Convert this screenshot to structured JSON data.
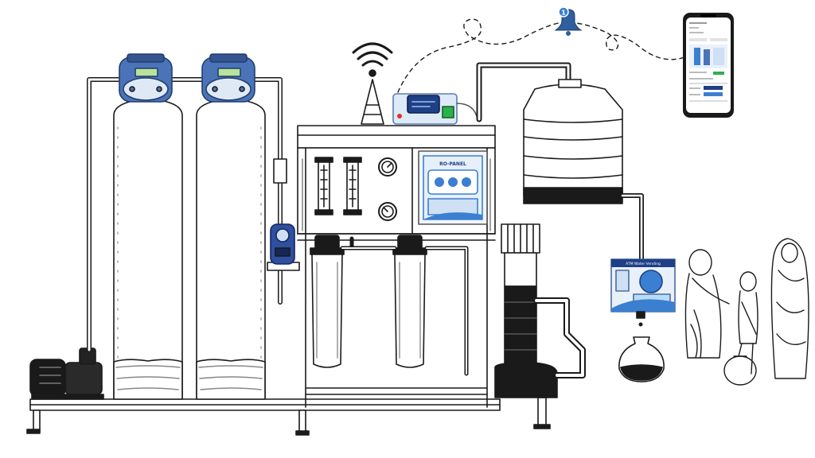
{
  "notification": {
    "badge_count": "1"
  },
  "labels": {
    "controller_brand": "RO-PANEL",
    "dispenser_header": "ATM Water Vending"
  },
  "colors": {
    "ink": "#1a1a1a",
    "valve_blue": "#4a73b8",
    "panel_blue": "#3b7fd0",
    "water_blue": "#cfe3f4",
    "alert_blue": "#2f5f9e",
    "led_green": "#2bb24c",
    "led_red": "#d9342b",
    "screen_green": "#b8e39b"
  },
  "icons": [
    "wifi-signal-icon",
    "bell-icon",
    "smartphone-icon"
  ]
}
